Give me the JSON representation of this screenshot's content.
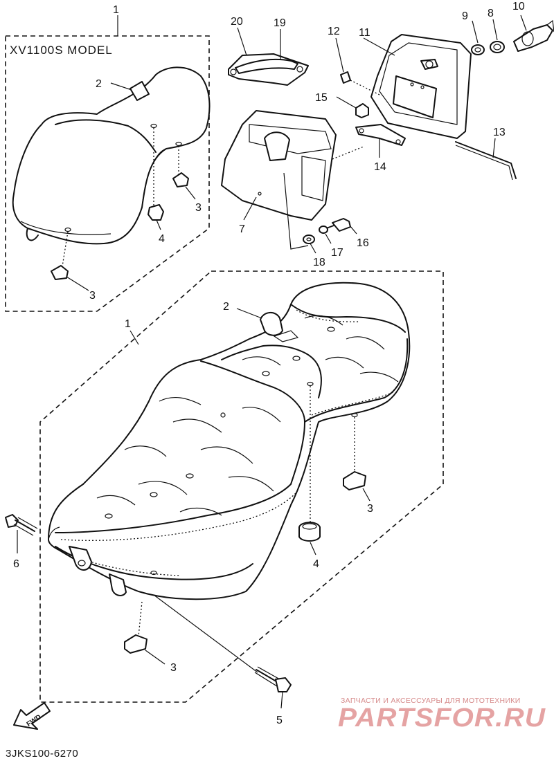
{
  "diagram": {
    "model_label": "XV1100S MODEL",
    "diagram_code": "3JKS100-6270",
    "fwd_label": "FWD",
    "part_numbers": {
      "p1_top": "1",
      "p2_top": "2",
      "p3_top_a": "3",
      "p3_top_b": "3",
      "p4_top": "4",
      "p20": "20",
      "p19": "19",
      "p12": "12",
      "p11": "11",
      "p9": "9",
      "p8": "8",
      "p10": "10",
      "p15": "15",
      "p14": "14",
      "p13": "13",
      "p7": "7",
      "p16": "16",
      "p17": "17",
      "p18": "18",
      "p2_main": "2",
      "p1_main": "1",
      "p3_main_a": "3",
      "p6": "6",
      "p4_main": "4",
      "p3_main_b": "3",
      "p5": "5"
    }
  },
  "watermark": {
    "tagline": "ЗАПЧАСТИ И АКСЕССУАРЫ ДЛЯ МОТОТЕХНИКИ",
    "logo": "PARTSFOR.RU"
  },
  "colors": {
    "ink": "#111111",
    "background": "#ffffff",
    "watermark": "#e5a3a3"
  }
}
